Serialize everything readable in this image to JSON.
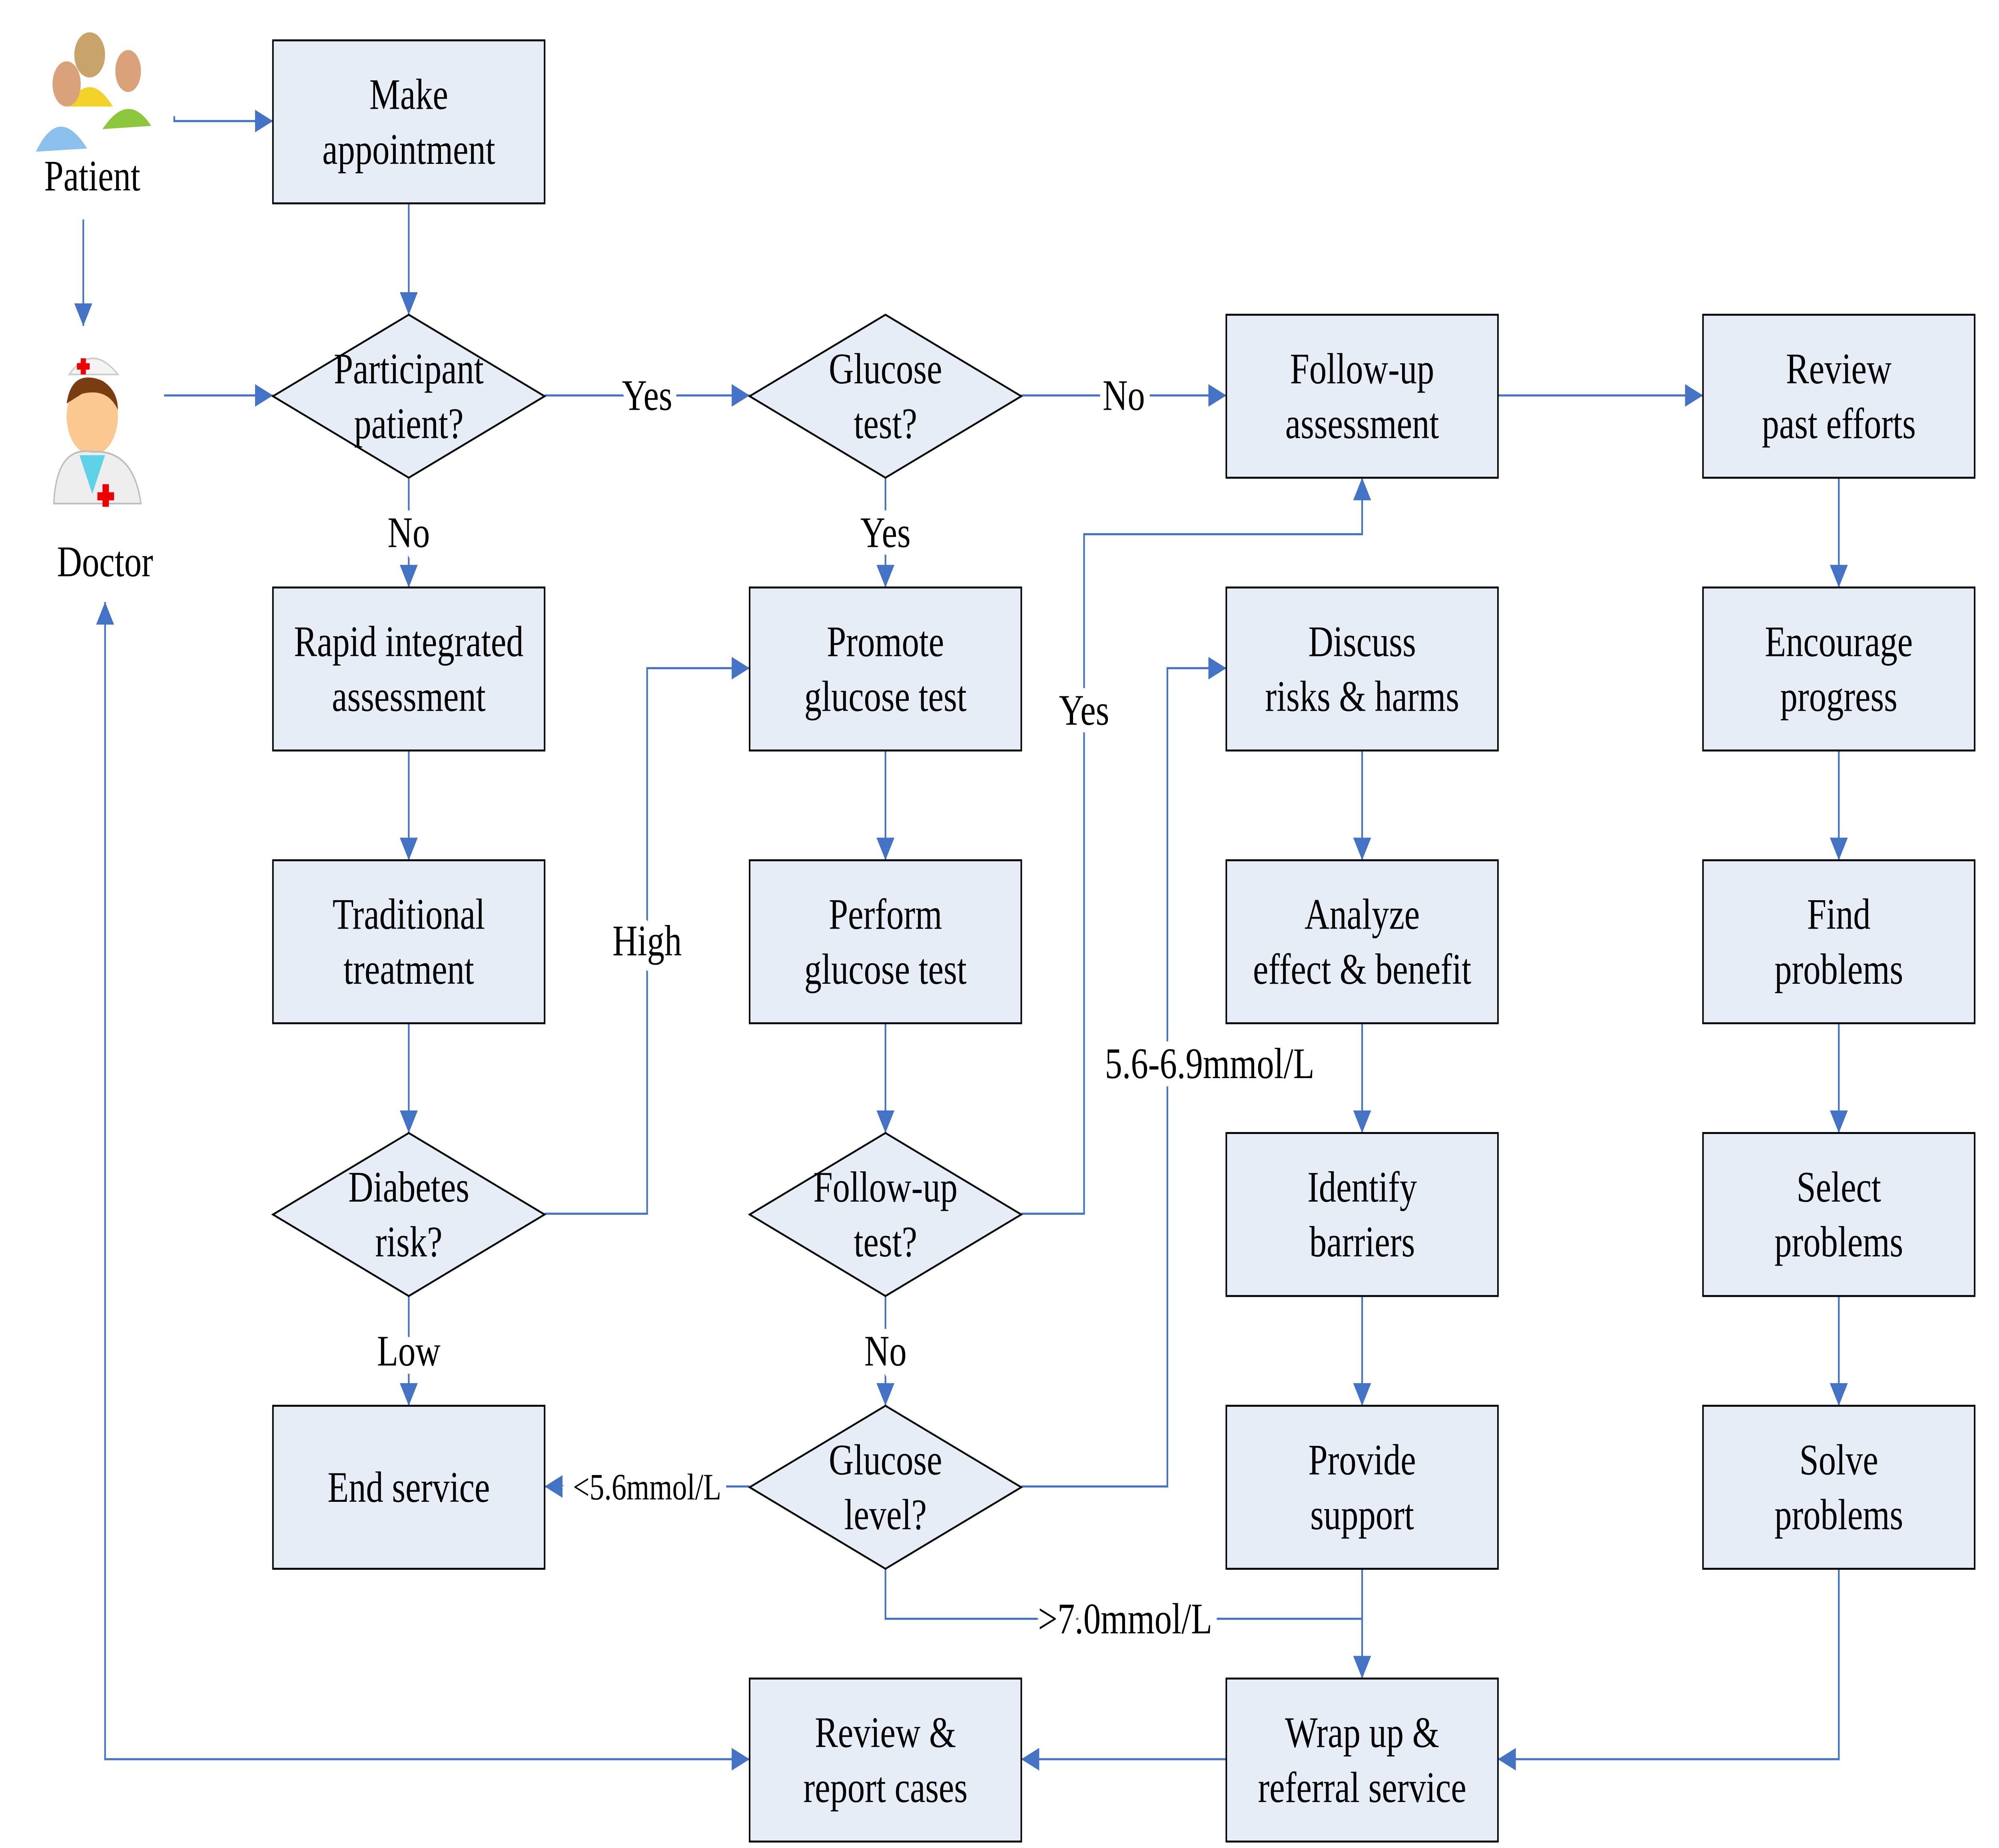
{
  "actors": {
    "patient": {
      "label": "Patient",
      "icon": "patient-group-icon"
    },
    "doctor": {
      "label": "Doctor",
      "icon": "doctor-icon"
    }
  },
  "nodes": {
    "make_appointment": [
      "Make",
      "appointment"
    ],
    "participant_patient": [
      "Participant",
      "patient?"
    ],
    "glucose_test_q": [
      "Glucose",
      "test?"
    ],
    "followup_assessment": [
      "Follow-up",
      "assessment"
    ],
    "review_past_efforts": [
      "Review",
      "past efforts"
    ],
    "rapid_assessment": [
      "Rapid integrated",
      "assessment"
    ],
    "promote_glucose_test": [
      "Promote",
      "glucose test"
    ],
    "discuss_risks": [
      "Discuss",
      "risks & harms"
    ],
    "encourage_progress": [
      "Encourage",
      "progress"
    ],
    "traditional_treatment": [
      "Traditional",
      "treatment"
    ],
    "perform_glucose_test": [
      "Perform",
      "glucose test"
    ],
    "analyze_effect": [
      "Analyze",
      "effect & benefit"
    ],
    "find_problems": [
      "Find",
      "problems"
    ],
    "diabetes_risk": [
      "Diabetes",
      "risk?"
    ],
    "followup_test": [
      "Follow-up",
      "test?"
    ],
    "identify_barriers": [
      "Identify",
      "barriers"
    ],
    "select_problems": [
      "Select",
      "problems"
    ],
    "end_service": [
      "End service"
    ],
    "glucose_level": [
      "Glucose",
      "level?"
    ],
    "provide_support": [
      "Provide",
      "support"
    ],
    "solve_problems": [
      "Solve",
      "problems"
    ],
    "review_report": [
      "Review &",
      "report cases"
    ],
    "wrap_up": [
      "Wrap up &",
      "referral service"
    ]
  },
  "edge_labels": {
    "participant_yes": "Yes",
    "participant_no": "No",
    "glucose_test_no": "No",
    "glucose_test_yes": "Yes",
    "diabetes_high": "High",
    "diabetes_low": "Low",
    "followup_yes": "Yes",
    "followup_no": "No",
    "level_low": "<5.6mmol/L",
    "level_mid": "5.6-6.9mmol/L",
    "level_high": ">7.0mmol/L"
  },
  "colors": {
    "node_fill": "#E6EDF7",
    "connector": "#4472C4",
    "border": "#000000"
  }
}
